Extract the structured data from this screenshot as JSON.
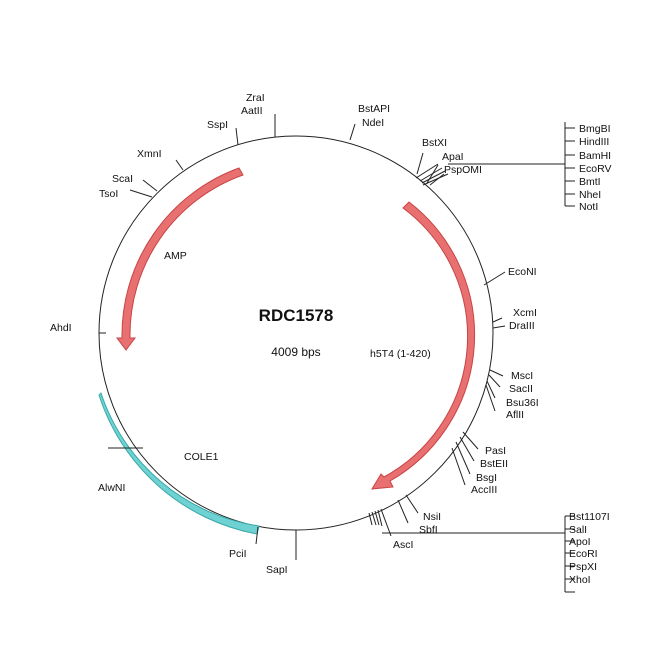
{
  "plasmid": {
    "name": "RDC1578",
    "size_label": "4009 bps"
  },
  "colors": {
    "backbone": "#222222",
    "arrow_fill": "#e87070",
    "arrow_stroke": "#c84444",
    "cole1_fill": "#6ed2d2",
    "cole1_stroke": "#3aa8a8"
  },
  "features": {
    "amp": {
      "label": "AMP"
    },
    "h5t4": {
      "label": "h5T4 (1-420)"
    },
    "cole1": {
      "label": "COLE1"
    }
  },
  "sites": {
    "zral": "ZraI",
    "aatii": "AatII",
    "sspi": "SspI",
    "xmni": "XmnI",
    "scai": "ScaI",
    "tsoi": "TsoI",
    "ahdi": "AhdI",
    "alwni": "AlwNI",
    "pcii": "PciI",
    "sapi": "SapI",
    "bstapi": "BstAPI",
    "ndei": "NdeI",
    "bstxi": "BstXI",
    "apai": "ApaI",
    "pspomi": "PspOMI",
    "econi": "EcoNI",
    "xcmi": "XcmI",
    "draiii": "DraIII",
    "msci": "MscI",
    "sacii": "SacII",
    "bsu36i": "Bsu36I",
    "aflii": "AflII",
    "pasi": "PasI",
    "bsteii": "BstEII",
    "bsgi": "BsgI",
    "acciii": "AccIII",
    "nsii": "NsiI",
    "sbfi": "SbfI",
    "asci": "AscI"
  },
  "mcs_top": [
    "BmgBI",
    "HindIII",
    "BamHI",
    "EcoRV",
    "BmtI",
    "NheI",
    "NotI"
  ],
  "mcs_bottom": [
    "Bst1107I",
    "SalI",
    "ApoI",
    "EcoRI",
    "PspXI",
    "XhoI"
  ]
}
